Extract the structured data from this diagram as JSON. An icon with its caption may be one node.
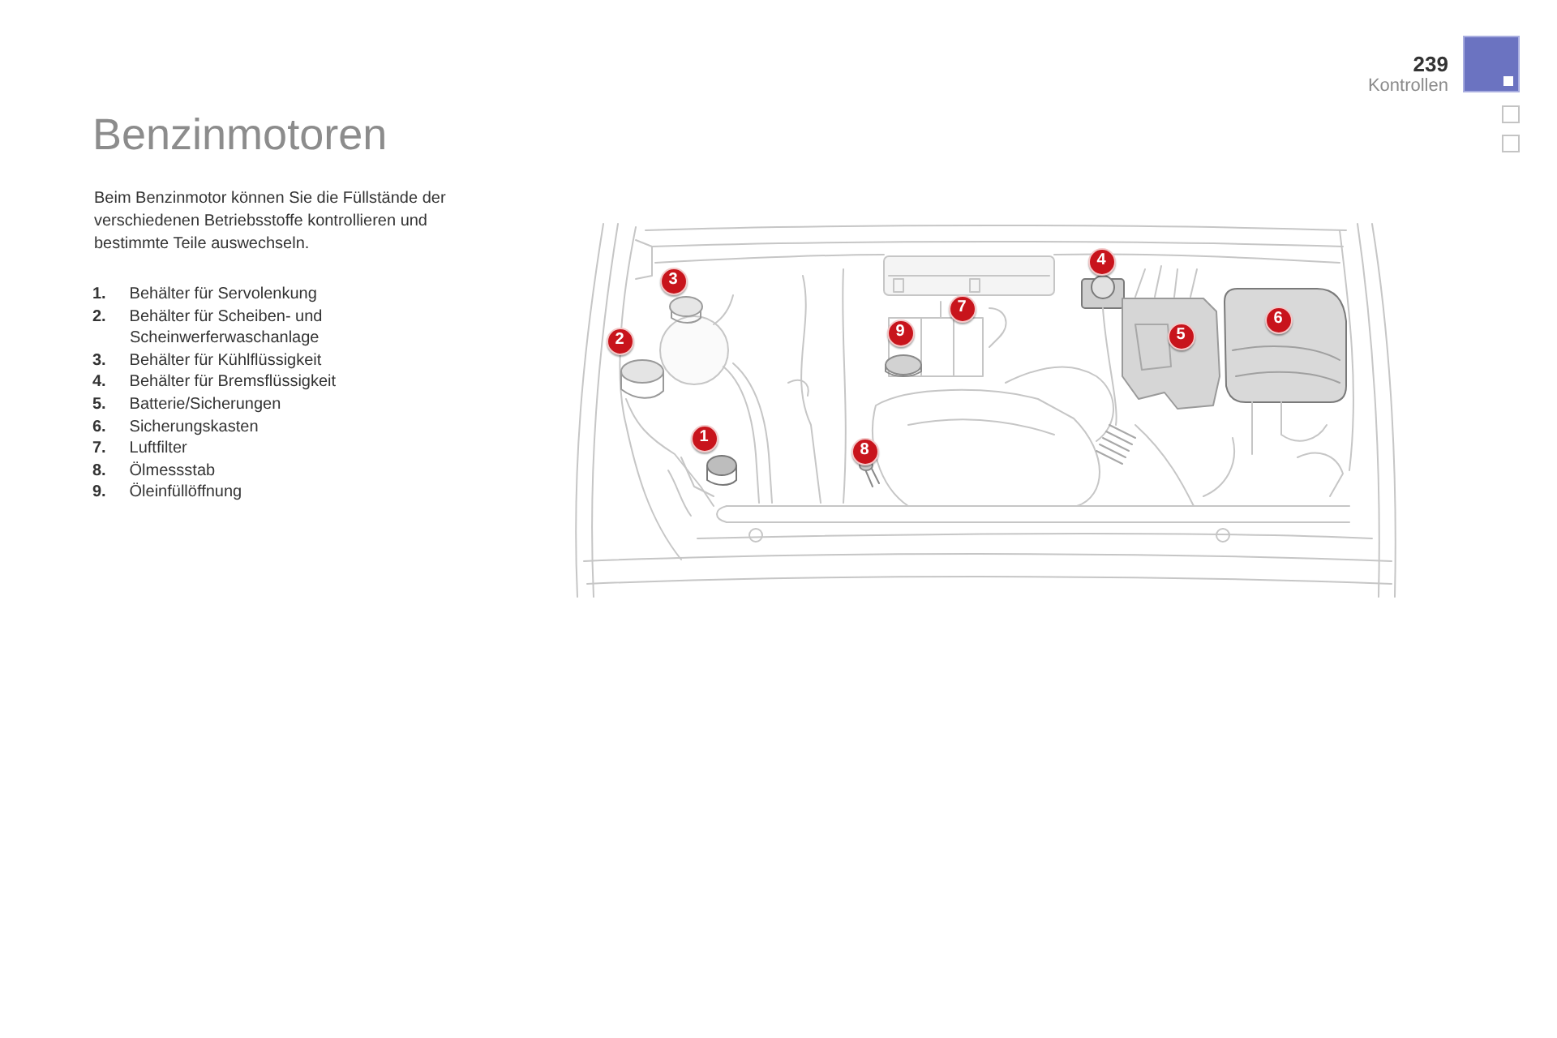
{
  "diagram": {
    "title": "Benzinmotoren",
    "labels": [
      "239",
      "Kontrollen",
      "Beim Benzinmotor können Sie die Füllstände der verschiedenen Betriebsstoffe kontrollieren und bestimmte Teile auswechseln.",
      "**1.** Behälter für Servolenkung",
      "**2.** Behälter für Scheiben- und Scheinwerferwaschanlage",
      "**3.** Behälter für Kühlflüssigkeit",
      "**4.** Behälter für Bremsflüssigkeit",
      "**5.** Batterie/Sicherungen",
      "**6.** Sicherungskasten",
      "**7.** Luftfilter",
      "**8.** Ölmessstab",
      "**9.** Öleinfüllöffnung",
      "3",
      "4",
      "7",
      "6",
      "2",
      "9",
      "5",
      "1",
      "8"
    ]
  }
}
